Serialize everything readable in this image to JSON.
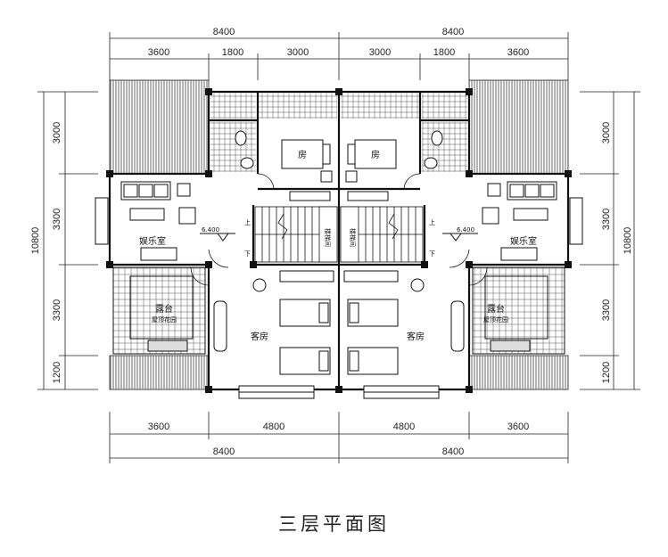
{
  "title": "三层平面图",
  "dims": {
    "top_total": [
      "8400",
      "8400"
    ],
    "top_parts": [
      "3600",
      "1800",
      "3000",
      "3000",
      "1800",
      "3600"
    ],
    "left": [
      "3000",
      "3300",
      "3300",
      "1200"
    ],
    "right": [
      "3000",
      "3300",
      "3300",
      "1200"
    ],
    "side_total": "10800",
    "bottom_parts": [
      "3600",
      "4800",
      "4800",
      "3600"
    ],
    "bottom_total": [
      "8400",
      "8400"
    ]
  },
  "rooms": {
    "bedroom_top": "房",
    "entertainment": "娱乐室",
    "guest_room": "客房",
    "terrace": "露台",
    "terrace_sub": "屋顶花园",
    "stair_label": "楼梯间",
    "elevation": "6.400",
    "up": "上",
    "down": "下"
  }
}
